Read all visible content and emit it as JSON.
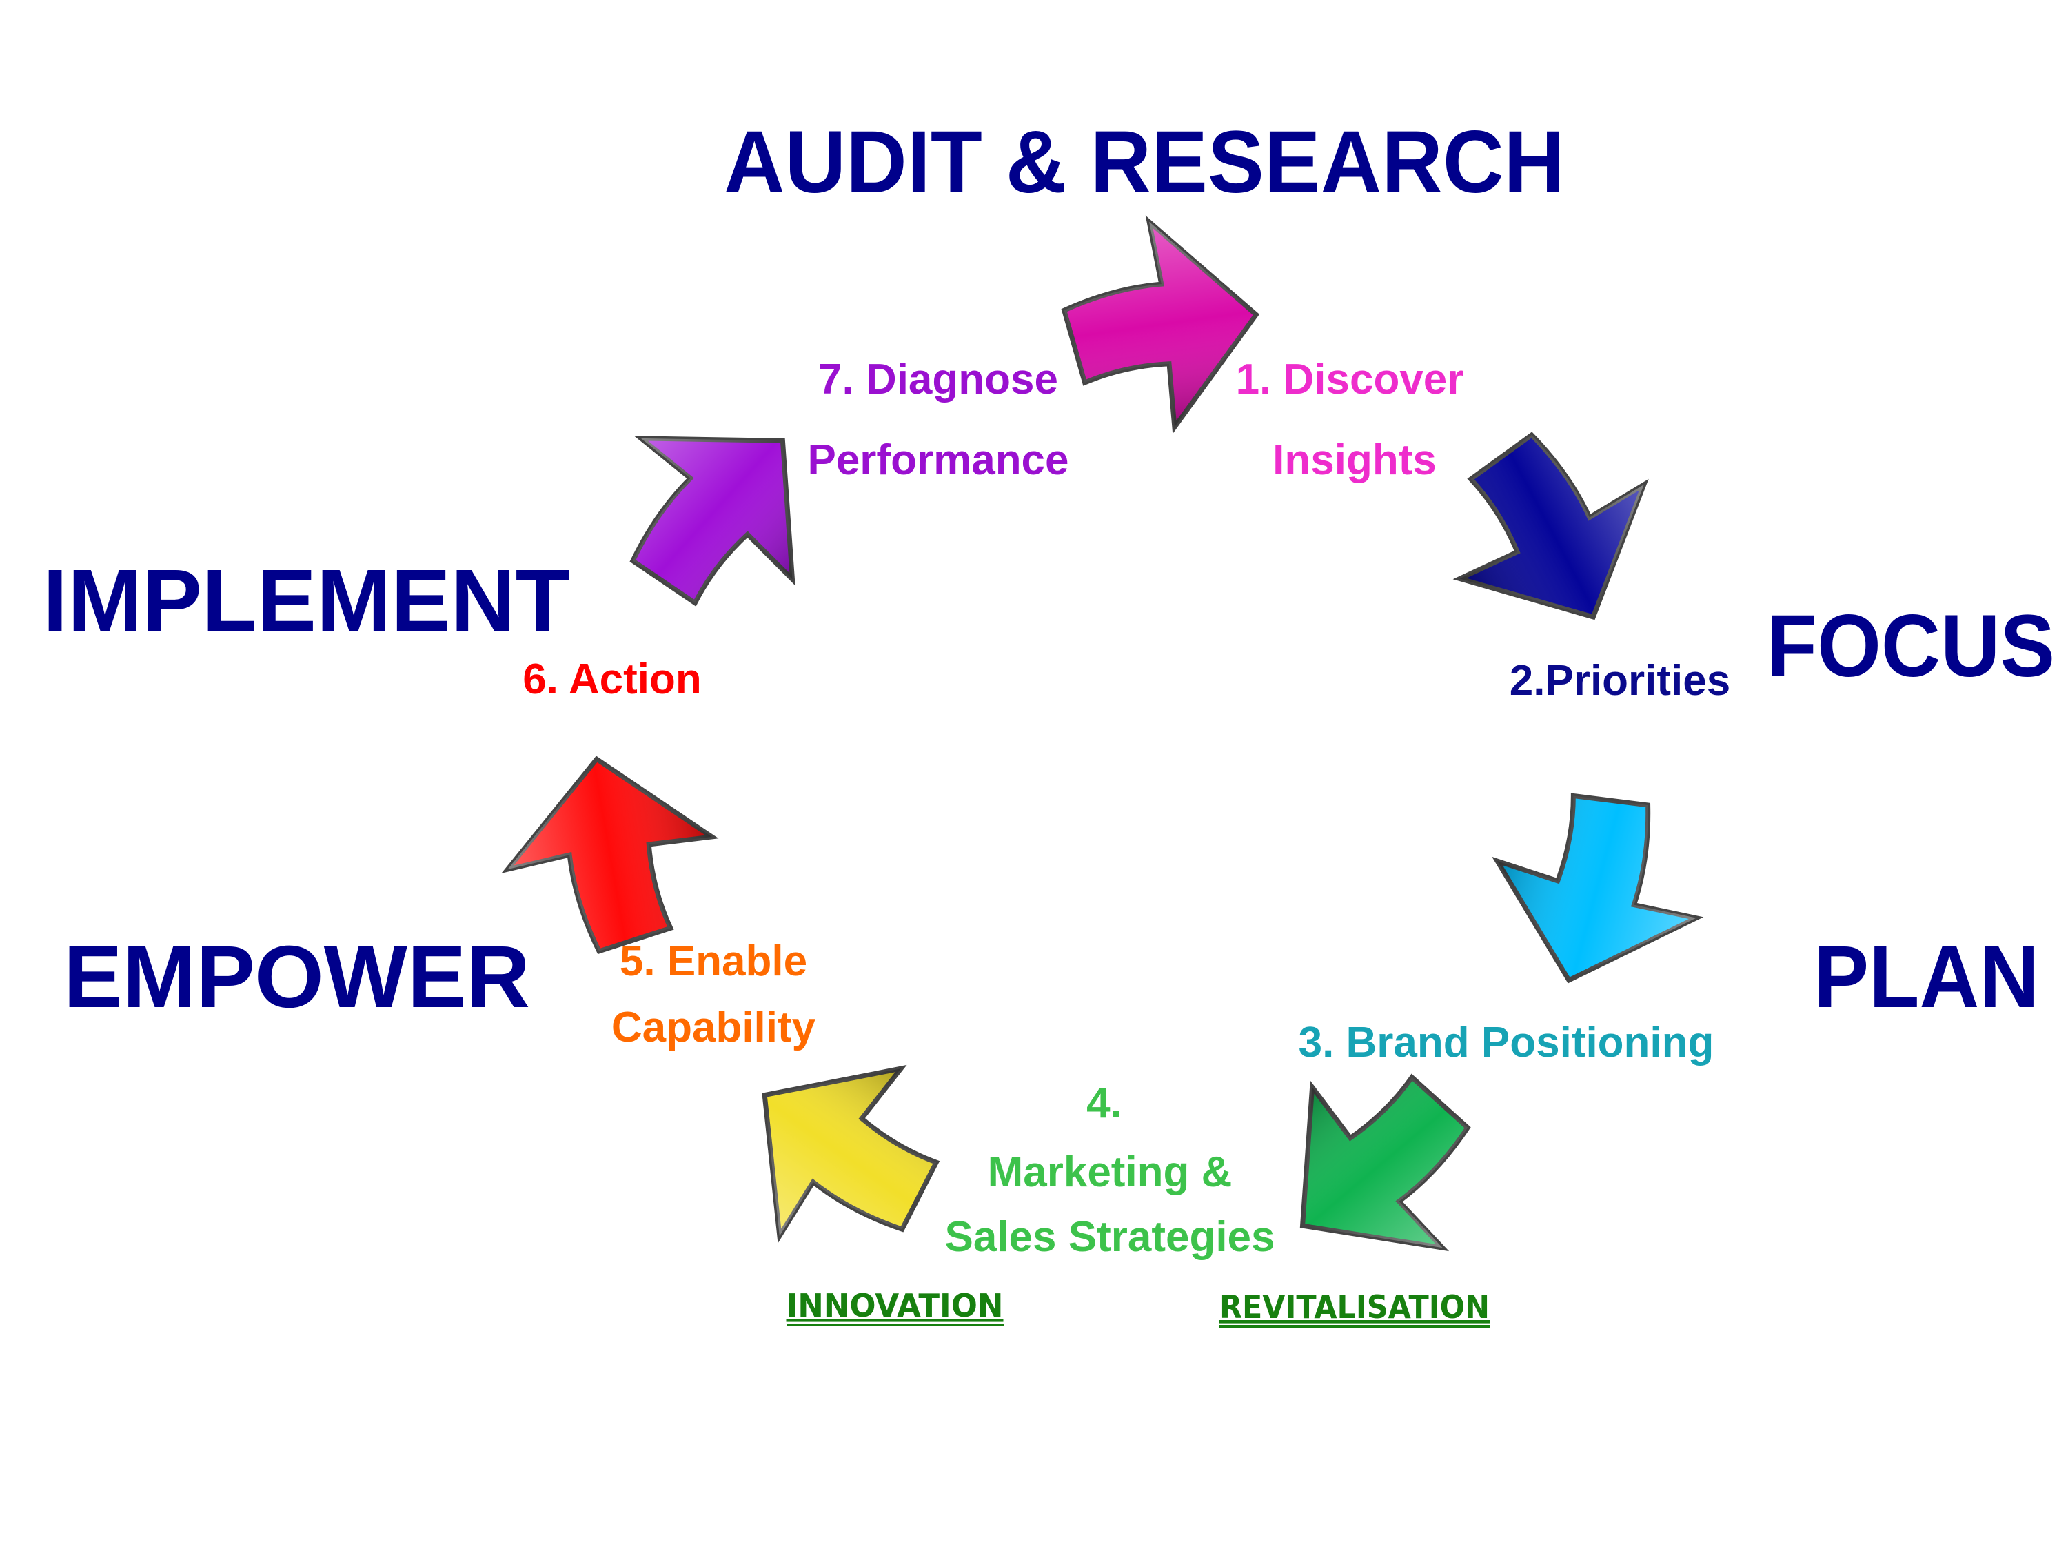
{
  "headings": {
    "audit": "AUDIT & RESEARCH",
    "focus": "FOCUS",
    "plan": "PLAN",
    "empower": "EMPOWER",
    "implement": "IMPLEMENT"
  },
  "steps": [
    {
      "lines": [
        "1. Discover",
        "Insights"
      ],
      "color": "#ee2ccc",
      "arrow_color": "#d90aa8",
      "arrow_icon": "arrow-right-icon"
    },
    {
      "lines": [
        "2.Priorities"
      ],
      "color": "#0a0a8c",
      "arrow_color": "#05059a",
      "arrow_icon": "arrow-down-right-icon"
    },
    {
      "lines": [
        "3. Brand Positioning"
      ],
      "color": "#17a3b5",
      "arrow_color": "#00bfff",
      "arrow_icon": "arrow-down-icon"
    },
    {
      "lines": [
        "4.",
        "Marketing &",
        "Sales Strategies"
      ],
      "color": "#3dc24b",
      "arrow_color": "#10b350",
      "arrow_icon": "arrow-down-left-icon"
    },
    {
      "lines": [
        "5. Enable",
        "Capability"
      ],
      "color": "#ff6a00",
      "arrow_color": "#f2df2a",
      "arrow_icon": "arrow-up-left-icon"
    },
    {
      "lines": [
        "6. Action"
      ],
      "color": "#ff0000",
      "arrow_color": "#ff0a0a",
      "arrow_icon": "arrow-up-icon"
    },
    {
      "lines": [
        "7. Diagnose",
        "Performance"
      ],
      "color": "#9a10d0",
      "arrow_color": "#a010d8",
      "arrow_icon": "arrow-up-right-icon"
    }
  ],
  "tags": {
    "innovation": "INNOVATION",
    "revitalisation": "REVITALISATION"
  }
}
